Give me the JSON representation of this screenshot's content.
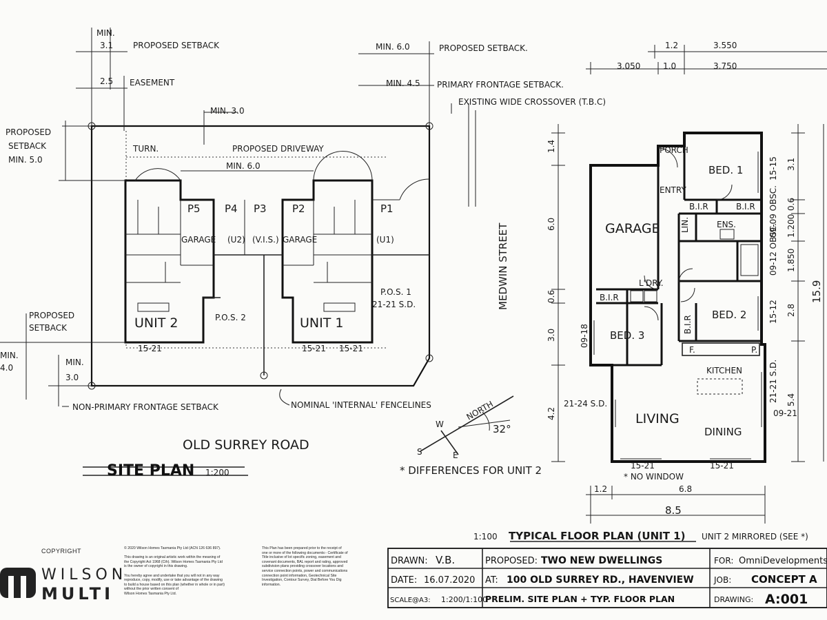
{
  "site": {
    "min31": "MIN.",
    "min31b": "3.1",
    "proposed_setback_1": "PROPOSED SETBACK",
    "dim_251": "2.5",
    "easement": "EASEMENT",
    "min60": "MIN. 6.0",
    "proposed_setback_2": "PROPOSED SETBACK.",
    "min45": "MIN. 4.5",
    "primary_frontage": "PRIMARY FRONTAGE SETBACK.",
    "existing_crossover": "EXISTING WIDE CROSSOVER (T.B.C)",
    "min30_top": "MIN. 3.0",
    "proposed_setback_left": [
      "PROPOSED",
      "SETBACK",
      "MIN. 5.0"
    ],
    "turn": "TURN.",
    "proposed_driveway": "PROPOSED DRIVEWAY",
    "min60_mid": "MIN. 6.0",
    "p5": "P5",
    "p4": "P4",
    "p3": "P3",
    "p2": "P2",
    "p1": "P1",
    "u2": "(U2)",
    "vis": "(V.I.S.)",
    "u1": "(U1)",
    "garage": "GARAGE",
    "unit2": "UNIT 2",
    "unit1": "UNIT 1",
    "pos2": "P.O.S. 2",
    "pos1": "P.O.S. 1",
    "sd": "21-21 S.D.",
    "w1521": "15-21",
    "medwin": "MEDWIN STREET",
    "proposed_setback_lower": [
      "PROPOSED",
      "SETBACK"
    ],
    "min40": [
      "MIN.",
      "4.0"
    ],
    "min30_lower": [
      "MIN.",
      "3.0"
    ],
    "non_primary": "NON-PRIMARY FRONTAGE SETBACK",
    "nominal_fencelines": "NOMINAL 'INTERNAL' FENCELINES",
    "road": "OLD SURREY ROAD",
    "site_plan": "SITE PLAN",
    "site_scale": "1:200",
    "north": "NORTH",
    "angle": "32°",
    "w": "W",
    "s": "S",
    "e": "E",
    "differences": "* DIFFERENCES FOR UNIT 2"
  },
  "floor": {
    "top_dims": [
      "1.2",
      "3.550",
      "3.050",
      "1.0",
      "3.750"
    ],
    "rooms": {
      "porch": "PORCH",
      "entry": "ENTRY",
      "bed1": "BED. 1",
      "bir": "B.I.R",
      "lin": "LIN.",
      "ens": "ENS.",
      "garage": "GARAGE",
      "ldry": "L'DRY.",
      "bed2": "BED. 2",
      "bed3": "BED. 3",
      "kitchen": "KITCHEN",
      "living": "LIVING",
      "dining": "DINING",
      "f": "F.",
      "p": "P."
    },
    "left_dims": [
      "1.4",
      "6.0",
      "0.6",
      "3.0",
      "4.2"
    ],
    "right_dims": [
      "3.1",
      "0.6",
      "1.200",
      "1.850",
      "2.8",
      "5.4"
    ],
    "total_right": "15.9",
    "wall_notes": [
      "15-15",
      "09-09 OBSC.",
      "09-12 OBSC.",
      "15-12",
      "21-21 S.D.",
      "09-21",
      "09-18",
      "21-24 S.D."
    ],
    "bottom_windows": [
      "15-21",
      "15-21"
    ],
    "no_window": "* NO WINDOW",
    "bottom_dims": [
      "1.2",
      "6.8",
      "8.5"
    ],
    "title": "TYPICAL FLOOR PLAN (UNIT 1)",
    "scale": "1:100",
    "mirrored": "UNIT 2 MIRRORED (SEE *)"
  },
  "title_block": {
    "drawn_label": "DRAWN:",
    "drawn": "V.B.",
    "date_label": "DATE:",
    "date": "16.07.2020",
    "scale_label": "SCALE@A3:",
    "scale": "1:200/1:100",
    "proposed_label": "PROPOSED:",
    "proposed": "TWO NEW DWELLINGS",
    "at_label": "AT:",
    "at": "100 OLD SURREY RD., HAVENVIEW",
    "desc": "PRELIM. SITE PLAN + TYP. FLOOR PLAN",
    "for_label": "FOR:",
    "for": "OmniDevelopments",
    "job_label": "JOB:",
    "job": "CONCEPT A",
    "drawing_label": "DRAWING:",
    "drawing": "A:001"
  },
  "footer": {
    "copyright_label": "COPYRIGHT",
    "logo_top": "WILSON",
    "logo_bottom": "MULTI",
    "col1": [
      "© 2020 Wilson Homes Tasmania Pty Ltd (ACN 126 636 897).",
      "",
      "This drawing is an original artistic work within the meaning of",
      "the Copyright Act 1968 (Cth). Wilson Homes Tasmania Pty Ltd",
      "is the owner of copyright in this drawing.",
      "",
      "You hereby agree and undertake that you will not in any way",
      "reproduce, copy, modify, use or take advantage of the drawing",
      "to build a house based on this plan (whether in whole or in part)",
      "without the prior written consent of",
      "Wilson Homes Tasmania Pty Ltd."
    ],
    "col2": [
      "This Plan has been prepared prior to the receipt of",
      "one or more of the following documents:- Certificate of",
      "Title inclusive of lot specific zoning, easement and",
      "covenant documents, BAL report and rating, approved",
      "subdivision plans providing crossover locations and",
      "service connection points, power and communications",
      "connection point information, Geotechnical Site",
      "Investigation, Contour Survey, Dial Before You Dig",
      "information."
    ]
  }
}
